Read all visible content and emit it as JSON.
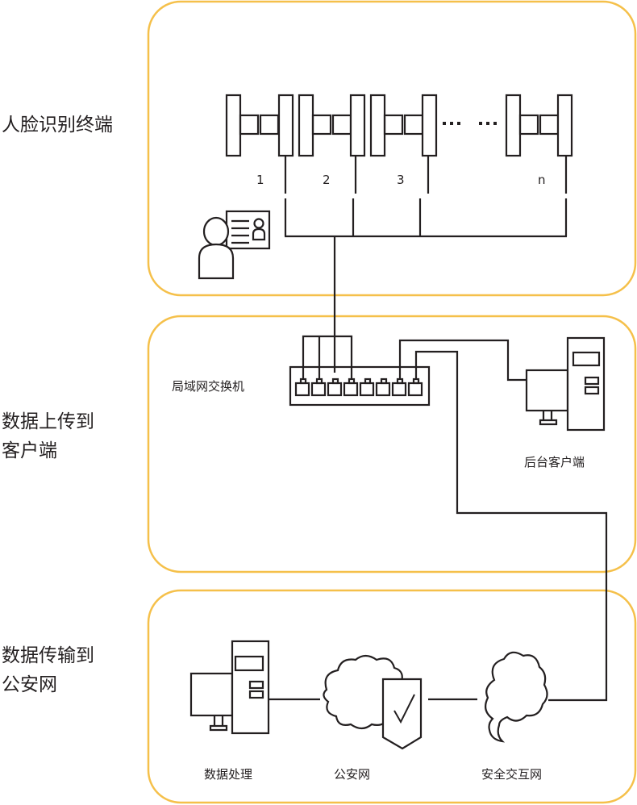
{
  "title": "人脸识别门禁数据传输流程示意图",
  "colors": {
    "panel_border": "#F5C04A",
    "line": "#231f20",
    "background": "#ffffff"
  },
  "stages": [
    {
      "id": "face-terminal",
      "label": "人脸识别终端"
    },
    {
      "id": "upload",
      "label": "数据上传到\n客户端"
    },
    {
      "id": "transfer",
      "label": "数据传输到\n公安网"
    }
  ],
  "gates": {
    "numbers": [
      "1",
      "2",
      "3",
      "n"
    ],
    "ellipsis": "··· ···",
    "icons": [
      "turnstile-icon",
      "turnstile-icon",
      "turnstile-icon",
      "turnstile-icon"
    ]
  },
  "person_icon": "person-with-id-card-icon",
  "switch": {
    "label": "局域网交换机",
    "port_count": 8,
    "icon": "network-switch-icon"
  },
  "backend_client": {
    "label": "后台客户端",
    "icon": "desktop-computer-icon"
  },
  "data_processing": {
    "label": "数据处理",
    "icon": "desktop-computer-icon"
  },
  "police_network": {
    "label": "公安网",
    "icon": "cloud-shield-icon"
  },
  "secure_exchange": {
    "label": "安全交互网",
    "icon": "cloud-icon"
  }
}
